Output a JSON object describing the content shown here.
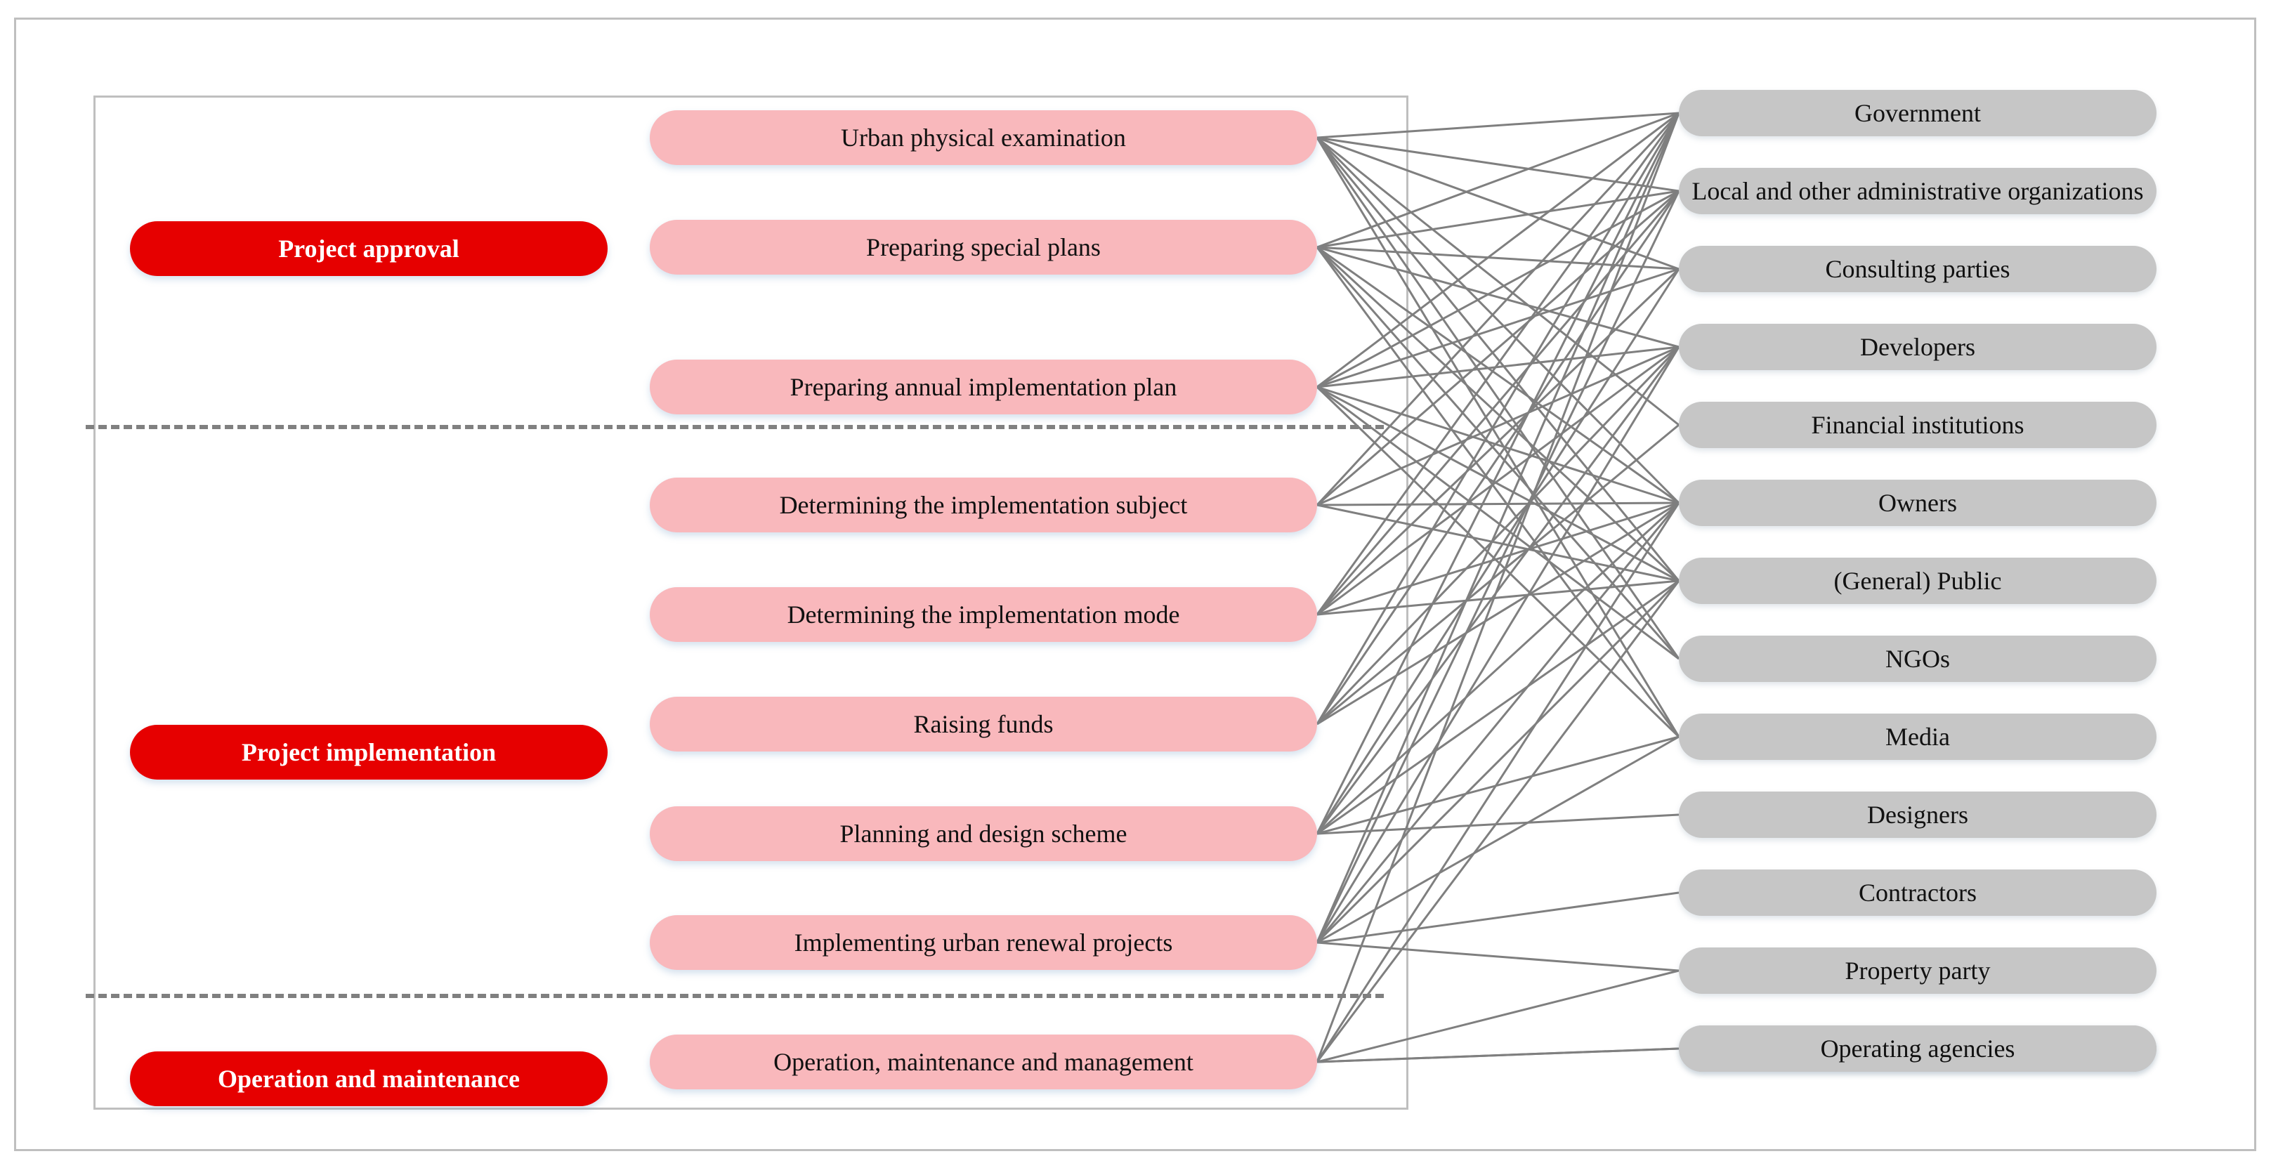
{
  "diagram": {
    "title": "Urban renewal project stages, activities and stakeholders",
    "type": "bipartite-flow-diagram",
    "colors": {
      "phase_bg": "#e60000",
      "phase_text": "#ffffff",
      "activity_bg": "#f9b8bc",
      "stakeholder_bg": "#c6c6c6",
      "link": "#7f7f7f",
      "divider": "#808080",
      "frame": "#bfbfbf"
    }
  },
  "phases": [
    {
      "id": "approval",
      "label": "Project approval"
    },
    {
      "id": "implementation",
      "label": "Project implementation"
    },
    {
      "id": "operation",
      "label": "Operation and maintenance"
    }
  ],
  "activities": [
    {
      "id": "a1",
      "label": "Urban physical examination",
      "phase": "approval"
    },
    {
      "id": "a2",
      "label": "Preparing special plans",
      "phase": "approval"
    },
    {
      "id": "a3",
      "label": "Preparing annual implementation plan",
      "phase": "approval"
    },
    {
      "id": "a4",
      "label": "Determining the implementation subject",
      "phase": "implementation"
    },
    {
      "id": "a5",
      "label": "Determining the implementation mode",
      "phase": "implementation"
    },
    {
      "id": "a6",
      "label": "Raising funds",
      "phase": "implementation"
    },
    {
      "id": "a7",
      "label": "Planning and design scheme",
      "phase": "implementation"
    },
    {
      "id": "a8",
      "label": "Implementing urban renewal projects",
      "phase": "implementation"
    },
    {
      "id": "a9",
      "label": "Operation, maintenance and management",
      "phase": "operation"
    }
  ],
  "stakeholders": [
    {
      "id": "s1",
      "label": "Government"
    },
    {
      "id": "s2",
      "label": "Local and other administrative organizations"
    },
    {
      "id": "s3",
      "label": "Consulting parties"
    },
    {
      "id": "s4",
      "label": "Developers"
    },
    {
      "id": "s5",
      "label": "Financial institutions"
    },
    {
      "id": "s6",
      "label": "Owners"
    },
    {
      "id": "s7",
      "label": "(General) Public"
    },
    {
      "id": "s8",
      "label": "NGOs"
    },
    {
      "id": "s9",
      "label": "Media"
    },
    {
      "id": "s10",
      "label": "Designers"
    },
    {
      "id": "s11",
      "label": "Contractors"
    },
    {
      "id": "s12",
      "label": "Property party"
    },
    {
      "id": "s13",
      "label": "Operating agencies"
    },
    {
      "id": "s14",
      "label": "Operating agencies"
    }
  ],
  "links": [
    [
      "a1",
      "s1"
    ],
    [
      "a1",
      "s2"
    ],
    [
      "a1",
      "s3"
    ],
    [
      "a1",
      "s5"
    ],
    [
      "a1",
      "s6"
    ],
    [
      "a1",
      "s7"
    ],
    [
      "a1",
      "s8"
    ],
    [
      "a1",
      "s9"
    ],
    [
      "a2",
      "s1"
    ],
    [
      "a2",
      "s2"
    ],
    [
      "a2",
      "s3"
    ],
    [
      "a2",
      "s4"
    ],
    [
      "a2",
      "s6"
    ],
    [
      "a2",
      "s7"
    ],
    [
      "a2",
      "s8"
    ],
    [
      "a2",
      "s9"
    ],
    [
      "a3",
      "s1"
    ],
    [
      "a3",
      "s2"
    ],
    [
      "a3",
      "s3"
    ],
    [
      "a3",
      "s4"
    ],
    [
      "a3",
      "s6"
    ],
    [
      "a3",
      "s7"
    ],
    [
      "a3",
      "s8"
    ],
    [
      "a3",
      "s9"
    ],
    [
      "a4",
      "s1"
    ],
    [
      "a4",
      "s2"
    ],
    [
      "a4",
      "s4"
    ],
    [
      "a4",
      "s6"
    ],
    [
      "a4",
      "s7"
    ],
    [
      "a5",
      "s1"
    ],
    [
      "a5",
      "s2"
    ],
    [
      "a5",
      "s3"
    ],
    [
      "a5",
      "s4"
    ],
    [
      "a5",
      "s6"
    ],
    [
      "a5",
      "s7"
    ],
    [
      "a6",
      "s1"
    ],
    [
      "a6",
      "s2"
    ],
    [
      "a6",
      "s4"
    ],
    [
      "a6",
      "s5"
    ],
    [
      "a6",
      "s6"
    ],
    [
      "a7",
      "s1"
    ],
    [
      "a7",
      "s3"
    ],
    [
      "a7",
      "s4"
    ],
    [
      "a7",
      "s6"
    ],
    [
      "a7",
      "s7"
    ],
    [
      "a7",
      "s9"
    ],
    [
      "a7",
      "s10"
    ],
    [
      "a8",
      "s1"
    ],
    [
      "a8",
      "s2"
    ],
    [
      "a8",
      "s4"
    ],
    [
      "a8",
      "s6"
    ],
    [
      "a8",
      "s7"
    ],
    [
      "a8",
      "s9"
    ],
    [
      "a8",
      "s11"
    ],
    [
      "a8",
      "s12"
    ],
    [
      "a9",
      "s1"
    ],
    [
      "a9",
      "s6"
    ],
    [
      "a9",
      "s7"
    ],
    [
      "a9",
      "s12"
    ],
    [
      "a9",
      "s13"
    ],
    [
      "a9",
      "s14"
    ]
  ],
  "layout": {
    "phase_y": [
      315,
      1032,
      1497
    ],
    "activity_y": [
      157,
      313,
      512,
      680,
      836,
      992,
      1148,
      1303,
      1473
    ],
    "stakeholder_y": [
      128,
      239,
      350,
      461,
      572,
      683,
      794,
      905,
      1016,
      1127,
      1238,
      1349,
      1460,
      1460
    ],
    "divider_y": [
      605,
      1415
    ]
  }
}
